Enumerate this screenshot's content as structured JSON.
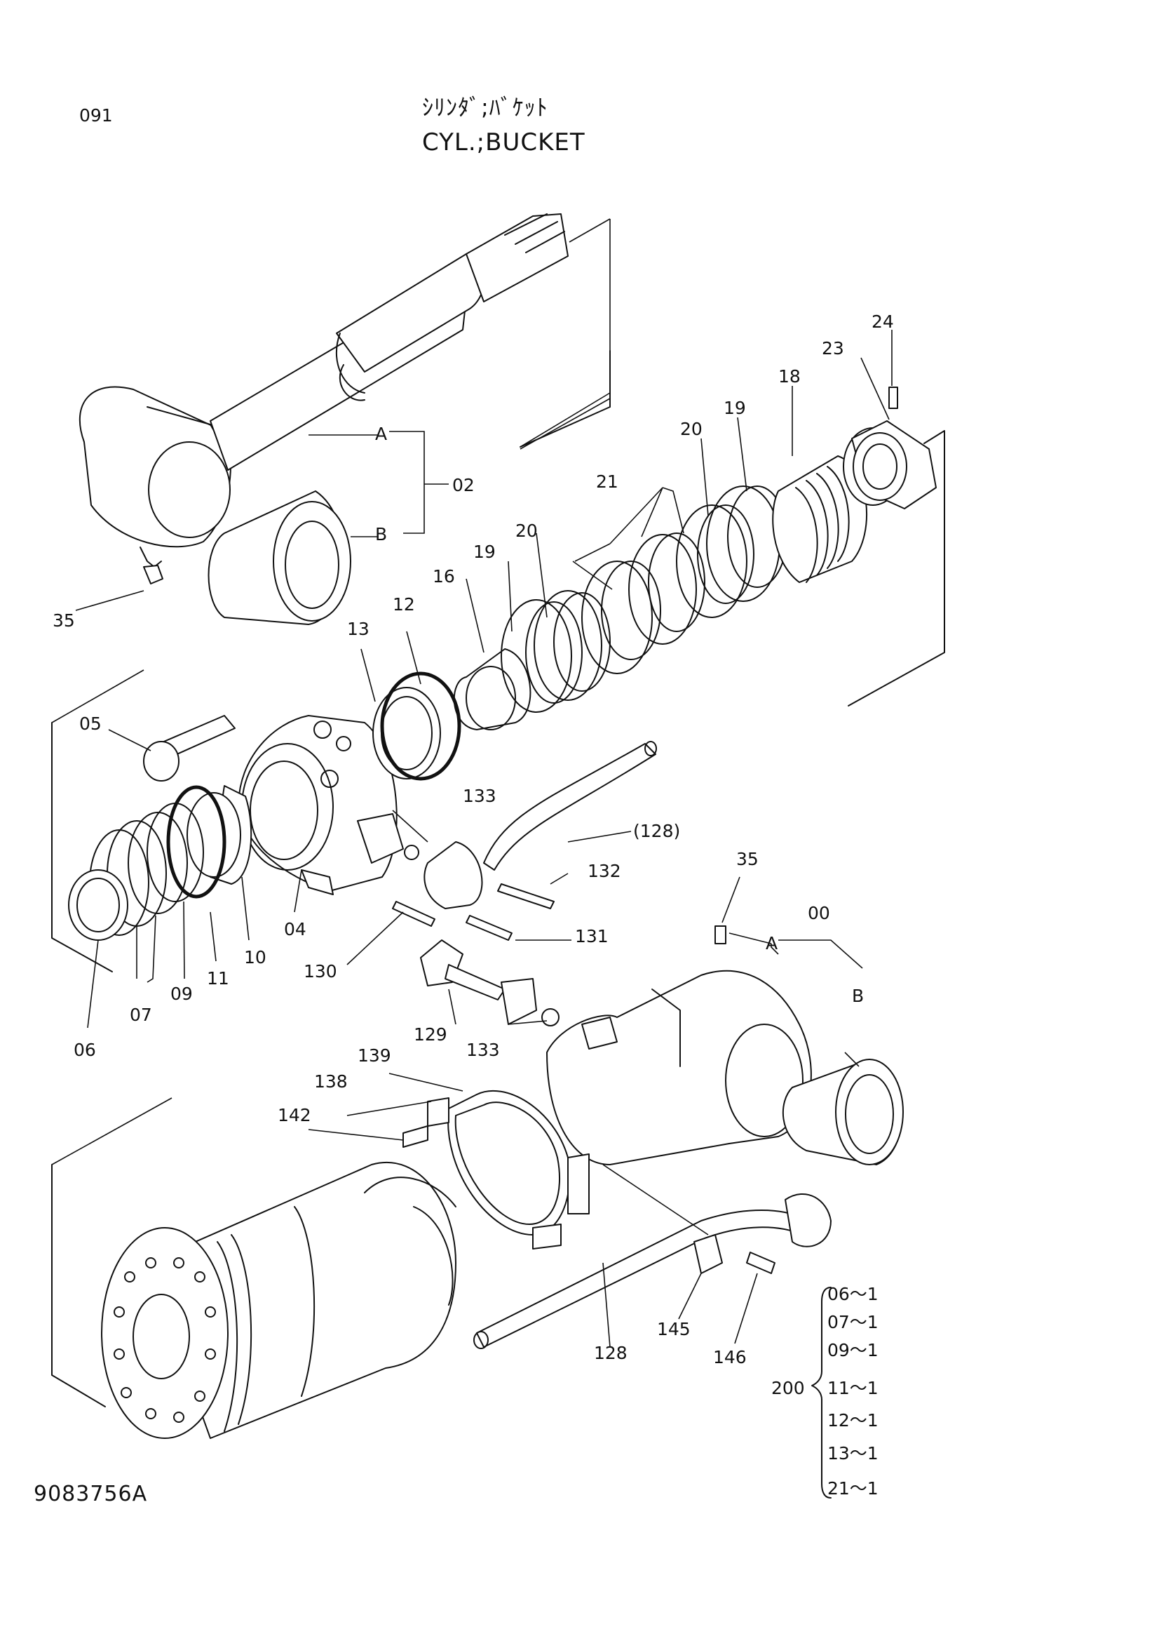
{
  "header": {
    "page_number": "091",
    "title_jp": "ｼﾘﾝﾀﾞ;ﾊﾞｹｯﾄ",
    "title_en": "CYL.;BUCKET"
  },
  "footer": {
    "drawing_number": "9083756A"
  },
  "callouts": {
    "c00": "00",
    "c02": "02",
    "c04": "04",
    "c05": "05",
    "c06": "06",
    "c07": "07",
    "c09": "09",
    "c10": "10",
    "c11": "11",
    "c12": "12",
    "c13": "13",
    "c16": "16",
    "c18": "18",
    "c19a": "19",
    "c19b": "19",
    "c20a": "20",
    "c20b": "20",
    "c21": "21",
    "c23": "23",
    "c24": "24",
    "c35a": "35",
    "c35b": "35",
    "c128": "128",
    "c128p": "(128)",
    "c129": "129",
    "c130": "130",
    "c131": "131",
    "c132": "132",
    "c133a": "133",
    "c133b": "133",
    "c138": "138",
    "c139": "139",
    "c142": "142",
    "c145": "145",
    "c146": "146",
    "c200": "200",
    "rodA": "A",
    "rodB": "B",
    "tubeA": "A",
    "tubeB": "B"
  },
  "kit_200": [
    "06～1",
    "07～1",
    "09～1",
    "11～1",
    "12～1",
    "13～1",
    "21～1"
  ]
}
